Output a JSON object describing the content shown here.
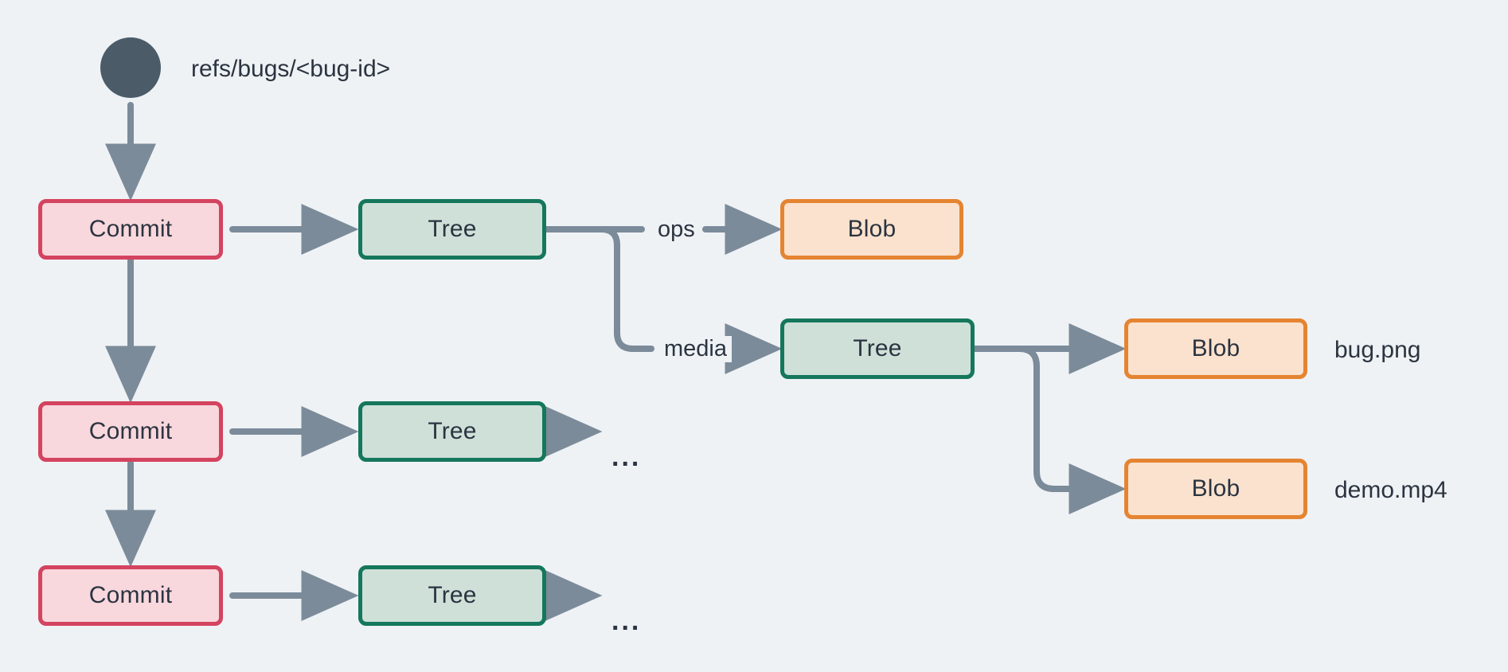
{
  "diagram": {
    "title_label": "refs/bugs/<bug-id>",
    "background_color": "#eff2f5",
    "edge_color": "#7b8b9a",
    "root": {
      "name": "ref-root",
      "shape": "circle",
      "color": "#4b5c68"
    },
    "node_types": {
      "commit": {
        "label": "Commit",
        "border": "#d4435f",
        "fill": "#f8d7dd"
      },
      "tree": {
        "label": "Tree",
        "border": "#15775c",
        "fill": "#cfe0d8"
      },
      "blob": {
        "label": "Blob",
        "border": "#e58431",
        "fill": "#fbe2ce"
      }
    },
    "nodes": [
      {
        "id": "commit1",
        "type": "commit",
        "label": "Commit"
      },
      {
        "id": "commit2",
        "type": "commit",
        "label": "Commit"
      },
      {
        "id": "commit3",
        "type": "commit",
        "label": "Commit"
      },
      {
        "id": "tree1",
        "type": "tree",
        "label": "Tree"
      },
      {
        "id": "tree2",
        "type": "tree",
        "label": "Tree"
      },
      {
        "id": "tree3",
        "type": "tree",
        "label": "Tree"
      },
      {
        "id": "tree_media",
        "type": "tree",
        "label": "Tree"
      },
      {
        "id": "blob_ops",
        "type": "blob",
        "label": "Blob"
      },
      {
        "id": "blob_bug",
        "type": "blob",
        "label": "Blob"
      },
      {
        "id": "blob_demo",
        "type": "blob",
        "label": "Blob"
      }
    ],
    "edge_labels": {
      "ops": "ops",
      "media": "media"
    },
    "file_labels": {
      "bug": "bug.png",
      "demo": "demo.mp4"
    },
    "ellipsis": {
      "tree2": "...",
      "tree3": "..."
    }
  }
}
